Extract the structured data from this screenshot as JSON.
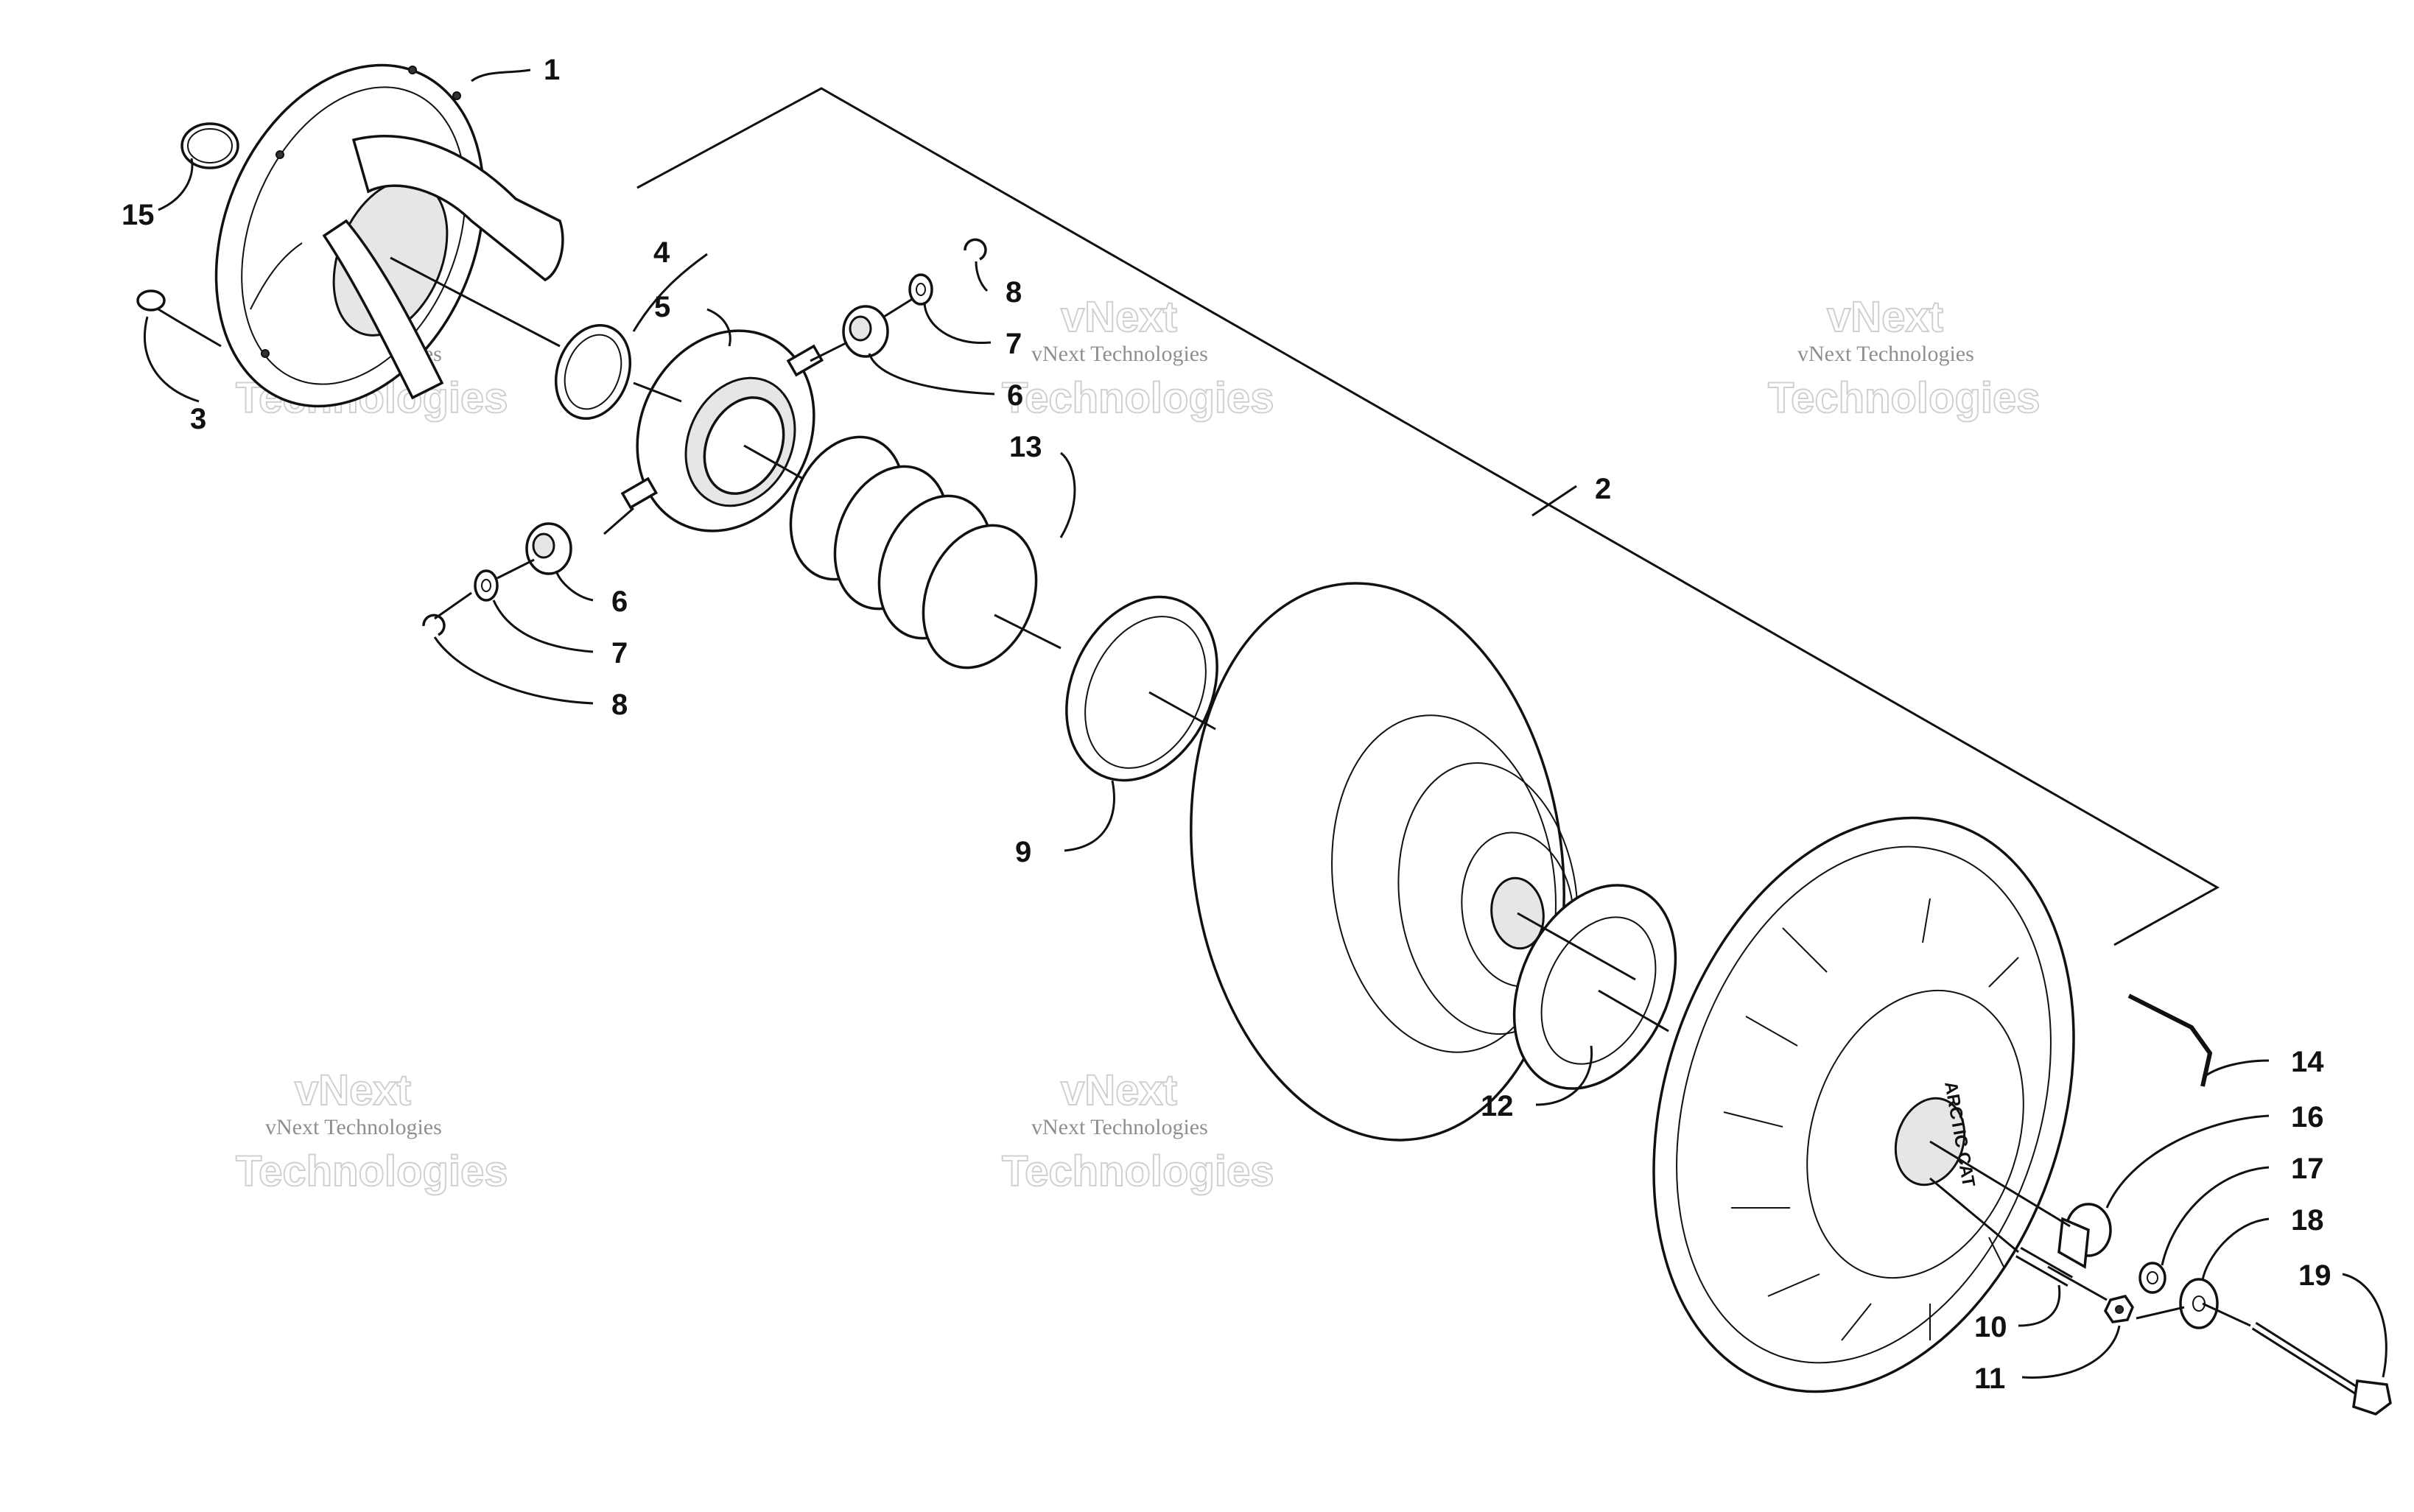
{
  "callouts": [
    {
      "id": "1",
      "text": "1"
    },
    {
      "id": "2",
      "text": "2"
    },
    {
      "id": "3",
      "text": "3"
    },
    {
      "id": "4",
      "text": "4"
    },
    {
      "id": "5",
      "text": "5"
    },
    {
      "id": "6a",
      "text": "6"
    },
    {
      "id": "6b",
      "text": "6"
    },
    {
      "id": "7a",
      "text": "7"
    },
    {
      "id": "7b",
      "text": "7"
    },
    {
      "id": "8a",
      "text": "8"
    },
    {
      "id": "8b",
      "text": "8"
    },
    {
      "id": "9",
      "text": "9"
    },
    {
      "id": "10",
      "text": "10"
    },
    {
      "id": "11",
      "text": "11"
    },
    {
      "id": "12",
      "text": "12"
    },
    {
      "id": "13",
      "text": "13"
    },
    {
      "id": "14",
      "text": "14"
    },
    {
      "id": "15",
      "text": "15"
    },
    {
      "id": "16",
      "text": "16"
    },
    {
      "id": "17",
      "text": "17"
    },
    {
      "id": "18",
      "text": "18"
    },
    {
      "id": "19",
      "text": "19"
    }
  ],
  "watermark": {
    "line1": "vNext",
    "line2": "vNext Technologies",
    "line3": "Technologies"
  }
}
